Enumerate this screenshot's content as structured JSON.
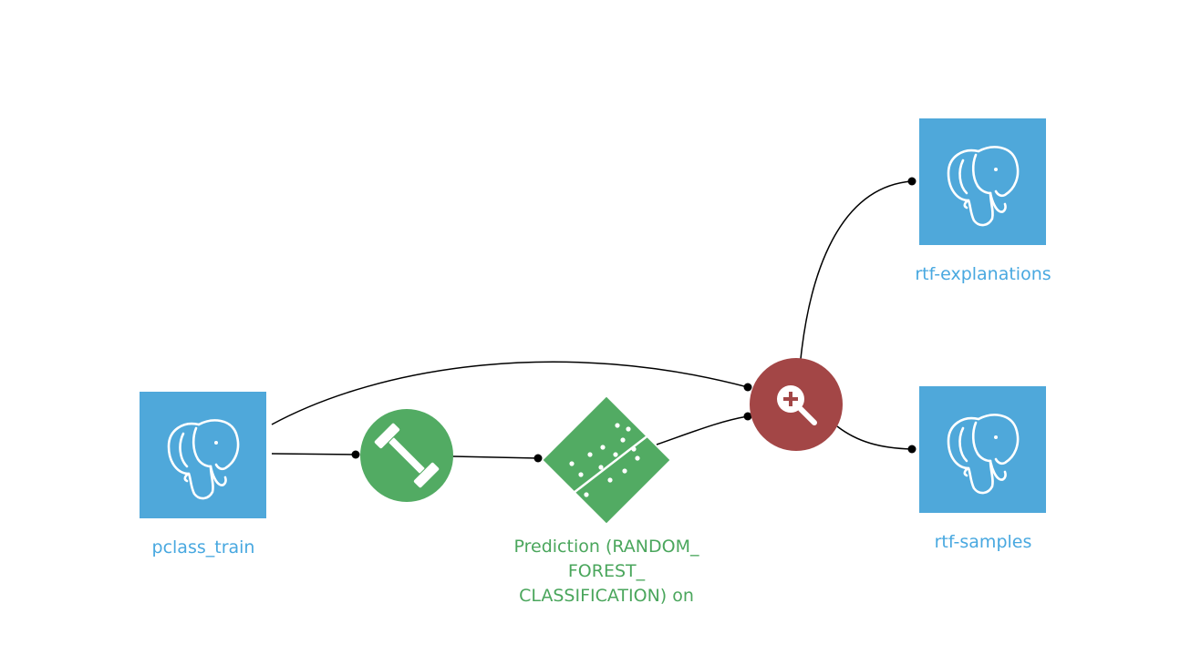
{
  "flow": {
    "datasets": [
      {
        "id": "pclass_train",
        "label": "pclass_train",
        "icon": "postgresql-elephant-icon"
      },
      {
        "id": "rtf_explanations",
        "label": "rtf-explanations",
        "icon": "postgresql-elephant-icon"
      },
      {
        "id": "rtf_samples",
        "label": "rtf-samples",
        "icon": "postgresql-elephant-icon"
      }
    ],
    "recipes": [
      {
        "id": "train",
        "icon": "dumbbell-icon"
      },
      {
        "id": "explain",
        "icon": "zoom-in-icon"
      }
    ],
    "models": [
      {
        "id": "prediction",
        "label_lines": [
          "Prediction (RANDOM_",
          "FOREST_",
          "CLASSIFICATION) on"
        ],
        "icon": "model-diamond-icon"
      }
    ],
    "edges": [
      [
        "pclass_train",
        "train"
      ],
      [
        "train",
        "prediction"
      ],
      [
        "pclass_train",
        "explain"
      ],
      [
        "prediction",
        "explain"
      ],
      [
        "explain",
        "rtf_explanations"
      ],
      [
        "explain",
        "rtf_samples"
      ]
    ]
  },
  "colors": {
    "dataset": "#4fa8da",
    "recipe_train": "#52ab63",
    "recipe_explain": "#a34646",
    "label_blue": "#48a8e0",
    "label_green": "#4aa65c",
    "edge": "#000000"
  }
}
